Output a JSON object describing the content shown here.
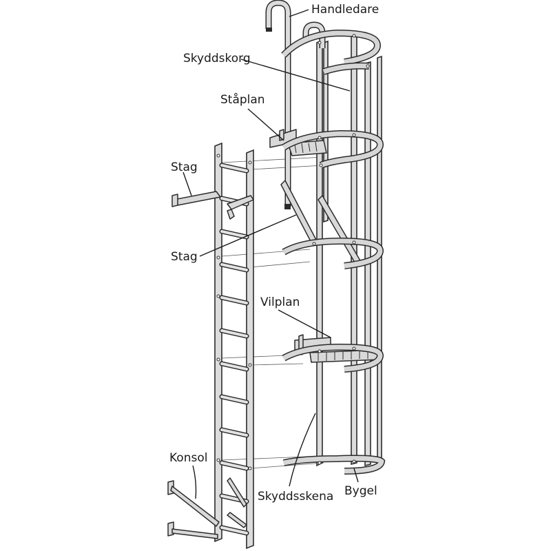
{
  "labels": {
    "handledare": "Handledare",
    "skyddskorg": "Skyddskorg",
    "staplan": "Ståplan",
    "stag_top": "Stag",
    "stag_mid": "Stag",
    "vilplan": "Vilplan",
    "konsol": "Konsol",
    "skyddsskena": "Skyddsskena",
    "bygel": "Bygel"
  }
}
